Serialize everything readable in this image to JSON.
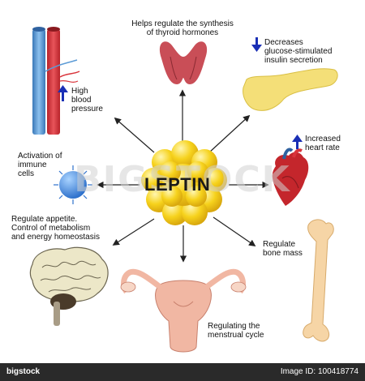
{
  "center": {
    "label": "LEPTIN"
  },
  "effects": {
    "thyroid": "Helps regulate the synthesis of thyroid hormones",
    "thyroid_line1": "Helps regulate the synthesis",
    "thyroid_line2": "of thyroid hormones",
    "pancreas_line1": "Decreases",
    "pancreas_line2": "glucose-stimulated",
    "pancreas_line3": "insulin secretion",
    "pancreas_direction": "down",
    "heart_line1": "Increased",
    "heart_line2": "heart rate",
    "heart_direction": "up",
    "bp_line1": "High",
    "bp_line2": "blood",
    "bp_line3": "pressure",
    "bp_direction": "up",
    "immune_line1": "Activation of",
    "immune_line2": "immune",
    "immune_line3": "cells",
    "appetite_line1": "Regulate appetite.",
    "appetite_line2": "Control of metabolism",
    "appetite_line3": "and energy homeostasis",
    "menstrual_line1": "Regulating the",
    "menstrual_line2": "menstrual cycle",
    "bone_line1": "Regulate",
    "bone_line2": "bone mass"
  },
  "watermark": {
    "text": "BIGSTOCK"
  },
  "footer": {
    "brand": "bigstock",
    "image_id": "Image ID: 100418774"
  },
  "colors": {
    "arrow_indicator": "#1a2fb5",
    "leptin_yellow": "#f6d21c",
    "artery": "#d9343b",
    "vein": "#5c9bd6",
    "thyroid": "#c94e57",
    "pancreas": "#f4df78",
    "immune_cell": "#4a8fe0",
    "bone": "#f6d5a6",
    "uterus": "#f1b7a3"
  }
}
